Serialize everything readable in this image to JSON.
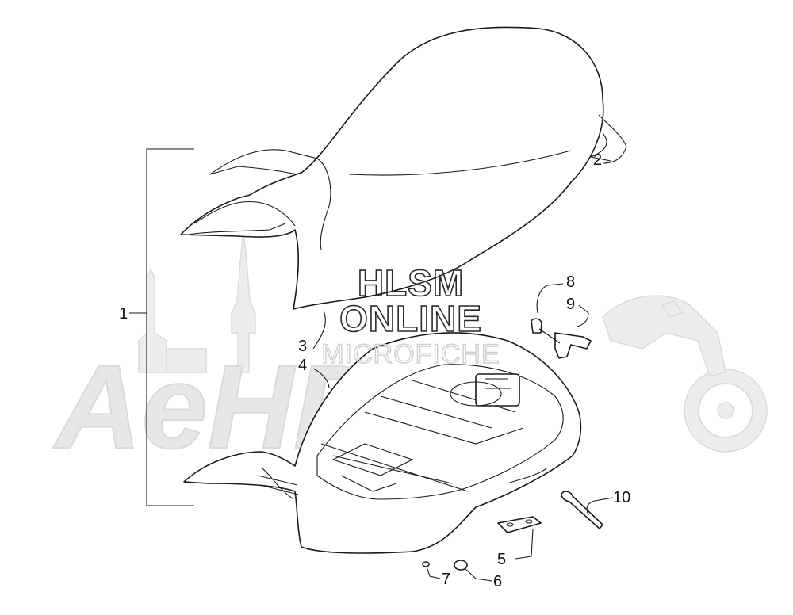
{
  "watermark": {
    "line1": "HLSM",
    "line2": "ONLINE",
    "line3": "MICROFICHE",
    "logo_text": "AeHDem"
  },
  "callouts": [
    {
      "id": "1",
      "text": "1"
    },
    {
      "id": "2",
      "text": "2"
    },
    {
      "id": "3",
      "text": "3"
    },
    {
      "id": "4",
      "text": "4"
    },
    {
      "id": "5",
      "text": "5"
    },
    {
      "id": "6",
      "text": "6"
    },
    {
      "id": "7",
      "text": "7"
    },
    {
      "id": "8",
      "text": "8"
    },
    {
      "id": "9",
      "text": "9"
    },
    {
      "id": "10",
      "text": "10"
    }
  ],
  "icons": [
    "motorcycle-silhouette-icon",
    "church-spire-icon"
  ]
}
